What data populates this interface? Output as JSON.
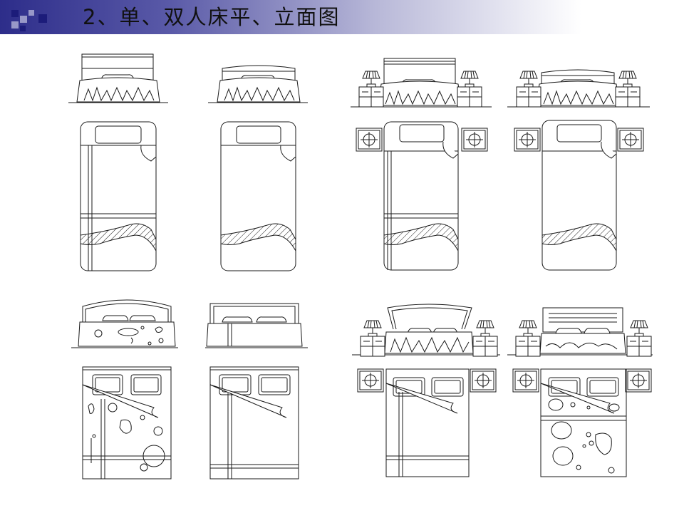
{
  "slide": {
    "title": "2、单、双人床平、立面图",
    "colors": {
      "title_bar_dark": "#2d2d8a",
      "title_bar_light": "#ffffff",
      "line": "#1a1a1a",
      "logo_navy": "#1c1c7a",
      "logo_lilac": "#9898c8"
    }
  },
  "drawing": {
    "rows": [
      {
        "row": "single-bed",
        "views": [
          "elevation",
          "plan"
        ],
        "variants": [
          "striped",
          "plain",
          "with-nightstands-striped",
          "with-nightstands-plain"
        ]
      },
      {
        "row": "double-bed",
        "views": [
          "elevation",
          "plan"
        ],
        "variants": [
          "patterned",
          "striped",
          "with-nightstands-striped",
          "with-nightstands-patterned"
        ]
      }
    ]
  }
}
